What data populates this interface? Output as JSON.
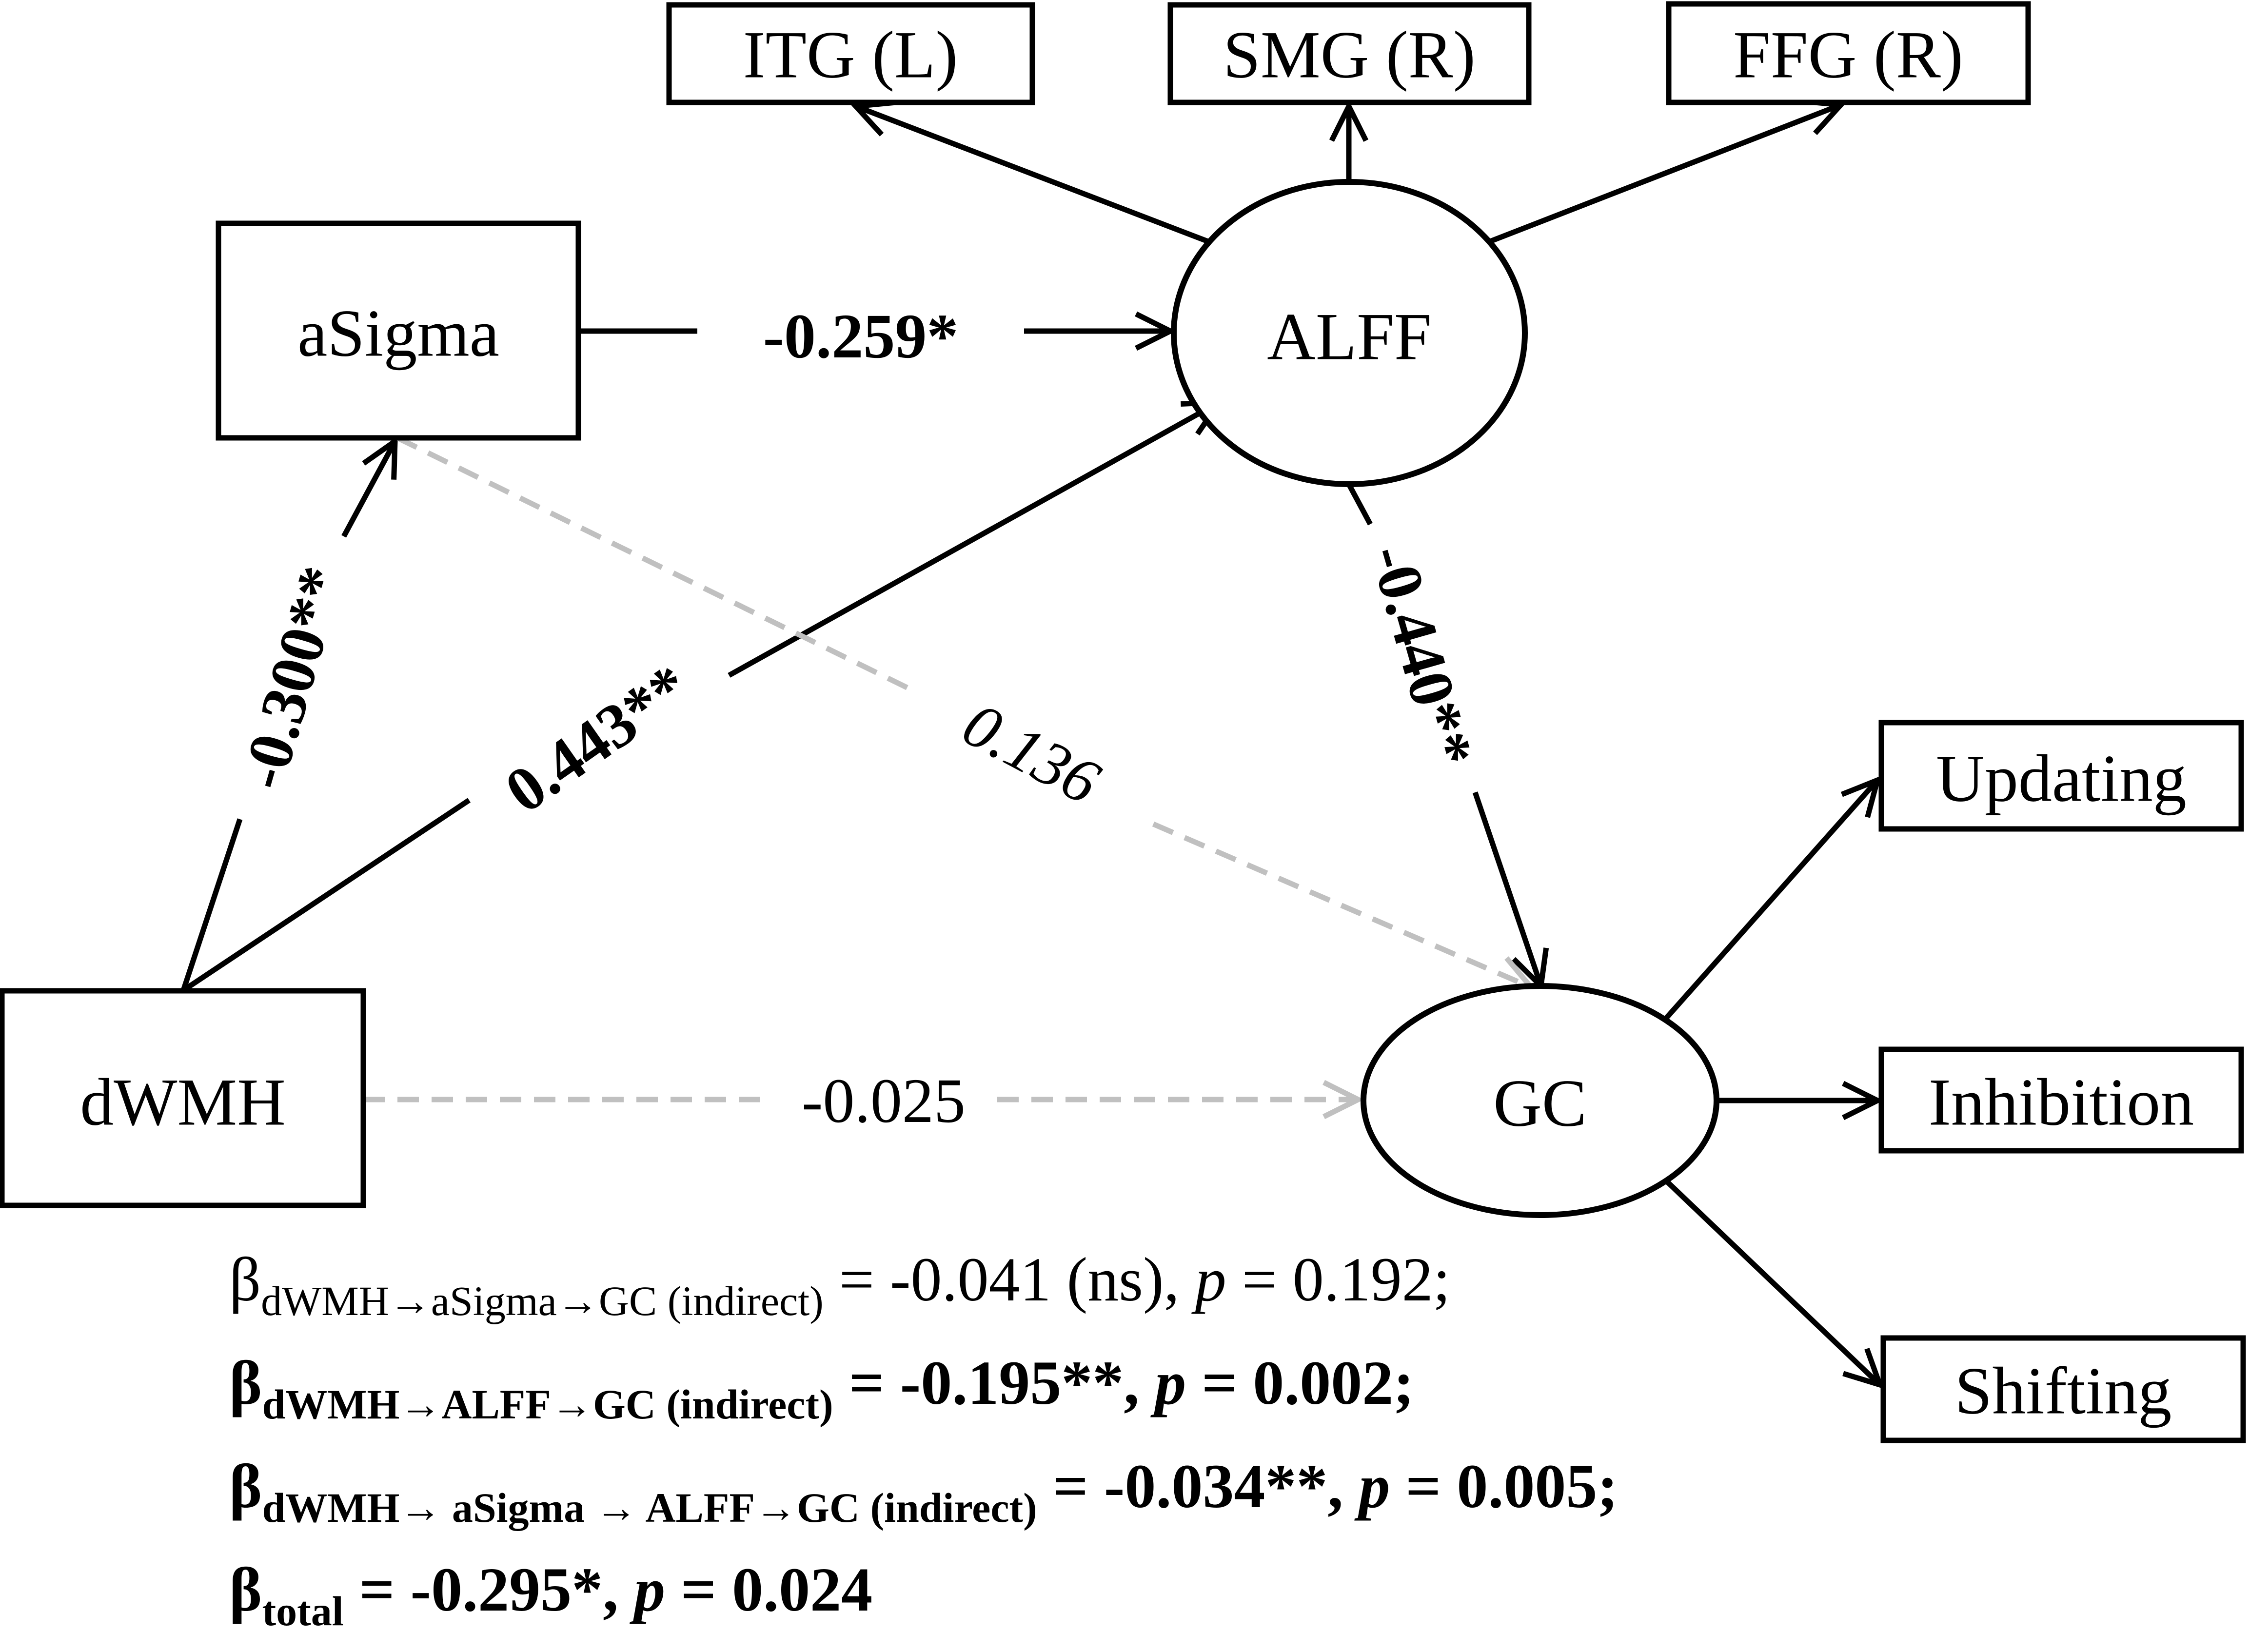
{
  "nodes": {
    "itg": {
      "label": "ITG (L)",
      "shape": "rectangle"
    },
    "smg": {
      "label": "SMG (R)",
      "shape": "rectangle"
    },
    "ffg": {
      "label": "FFG (R)",
      "shape": "rectangle"
    },
    "asigma": {
      "label": "aSigma",
      "shape": "rectangle"
    },
    "alff": {
      "label": "ALFF",
      "shape": "ellipse"
    },
    "dwmh": {
      "label": "dWMH",
      "shape": "rectangle"
    },
    "gc": {
      "label": "GC",
      "shape": "ellipse"
    },
    "updating": {
      "label": "Updating",
      "shape": "rectangle"
    },
    "inhibition": {
      "label": "Inhibition",
      "shape": "rectangle"
    },
    "shifting": {
      "label": "Shifting",
      "shape": "rectangle"
    }
  },
  "paths": [
    {
      "from": "asigma",
      "to": "alff",
      "coefficient": "-0.259*",
      "significant": true
    },
    {
      "from": "dwmh",
      "to": "asigma",
      "coefficient": "-0.300**",
      "significant": true
    },
    {
      "from": "dwmh",
      "to": "alff",
      "coefficient": "0.443**",
      "significant": true
    },
    {
      "from": "alff",
      "to": "gc",
      "coefficient": "-0.440**",
      "significant": true
    },
    {
      "from": "asigma",
      "to": "gc",
      "coefficient": "0.136",
      "significant": false
    },
    {
      "from": "dwmh",
      "to": "gc",
      "coefficient": "-0.025",
      "significant": false
    }
  ],
  "loadings": [
    {
      "from": "alff",
      "to": "itg"
    },
    {
      "from": "alff",
      "to": "smg"
    },
    {
      "from": "alff",
      "to": "ffg"
    },
    {
      "from": "gc",
      "to": "updating"
    },
    {
      "from": "gc",
      "to": "inhibition"
    },
    {
      "from": "gc",
      "to": "shifting"
    }
  ],
  "colors": {
    "significant": "#000000",
    "nonsignificant": "#c0c0c0"
  },
  "summary": {
    "symbol": "β",
    "rows": [
      {
        "subscript": "dWMH→aSigma→GC (indirect)",
        "value": " = -0.041 (ns), ",
        "p_label": "p",
        "p_value": " = 0.192;",
        "bold": false
      },
      {
        "subscript": "dWMH→ALFF→GC (indirect)",
        "value": " = -0.195**, ",
        "p_label": "p",
        "p_value": " = 0.002;",
        "bold": true
      },
      {
        "subscript": "dWMH→ aSigma → ALFF→GC (indirect)",
        "value": " = -0.034**, ",
        "p_label": "p",
        "p_value": " = 0.005;",
        "bold": true
      },
      {
        "subscript": "total",
        "value": " = -0.295*, ",
        "p_label": "p",
        "p_value": " = 0.024",
        "bold": true
      }
    ]
  }
}
